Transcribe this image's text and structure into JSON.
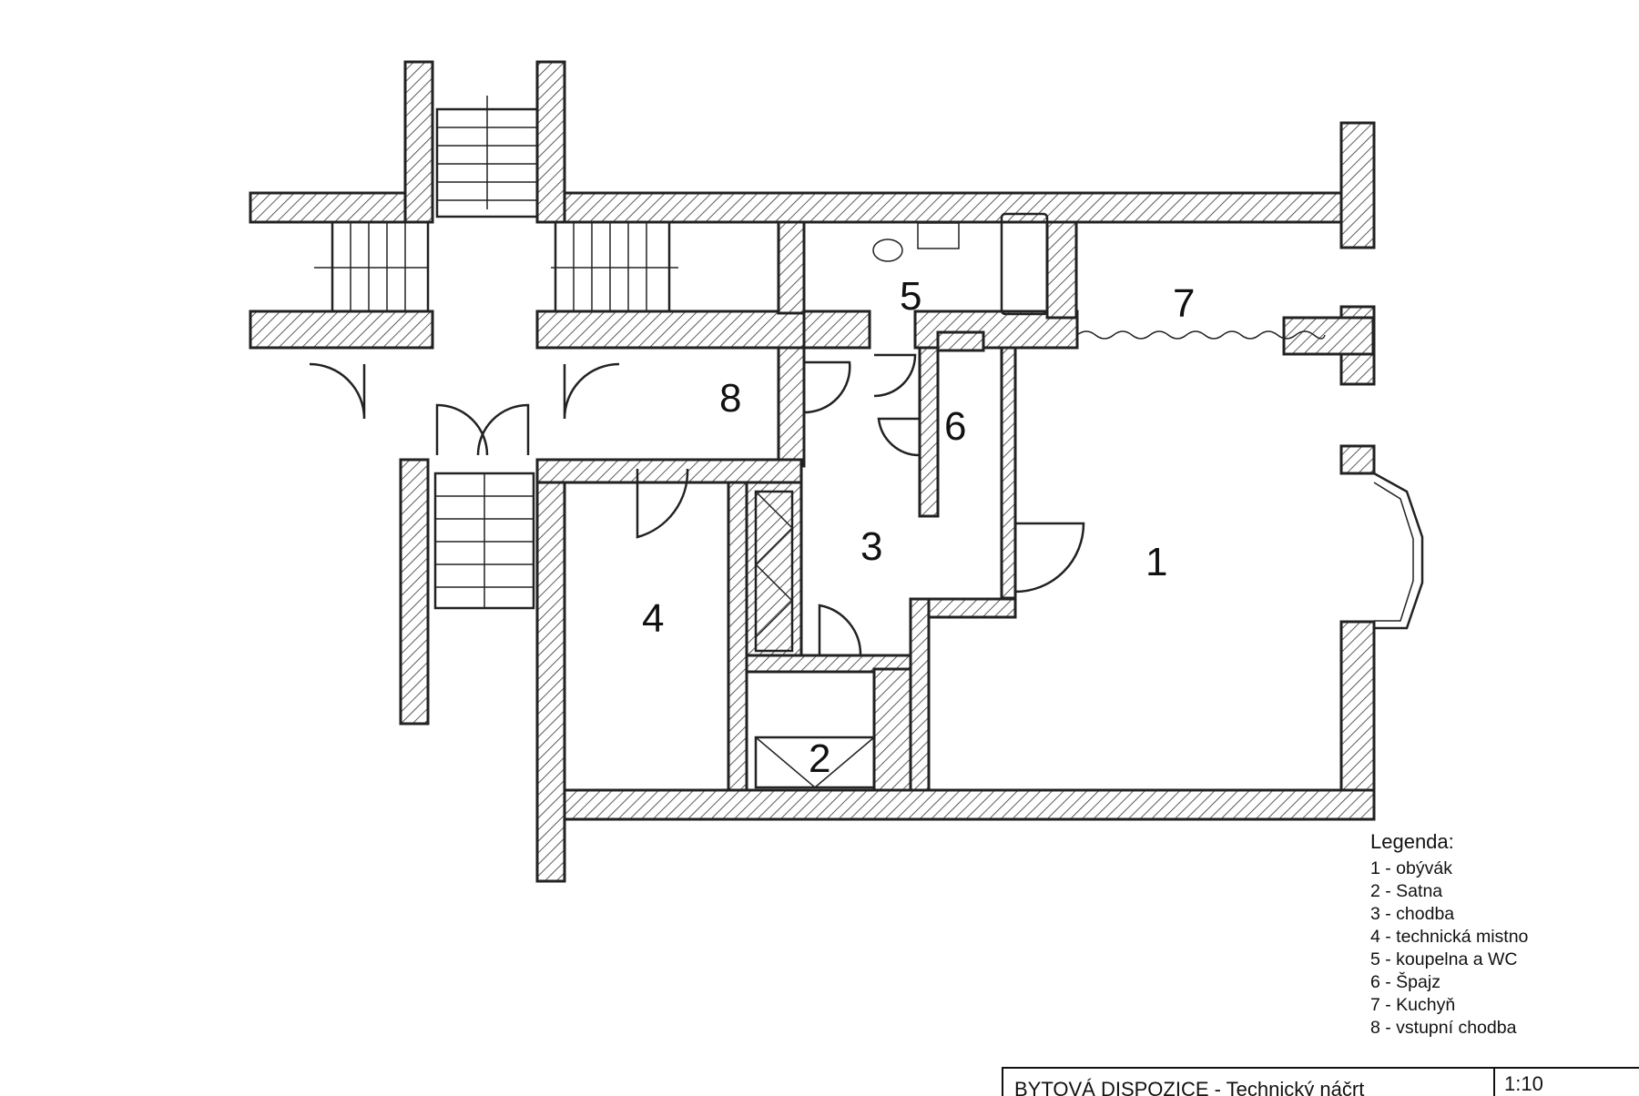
{
  "rooms": [
    {
      "num": "1"
    },
    {
      "num": "2"
    },
    {
      "num": "3"
    },
    {
      "num": "4"
    },
    {
      "num": "5"
    },
    {
      "num": "6"
    },
    {
      "num": "7"
    },
    {
      "num": "8"
    }
  ],
  "legend": {
    "title": "Legenda:",
    "items": [
      "1 - obývák",
      "2 - Satna",
      "3 - chodba",
      "4 - technická mistno",
      "5 - koupelna a WC",
      "6 - Špajz",
      "7 - Kuchyň",
      "8 - vstupní chodba"
    ]
  },
  "title_block": {
    "title": "BYTOVÁ DISPOZICE - Technický náčrt",
    "scale": "1:10"
  }
}
